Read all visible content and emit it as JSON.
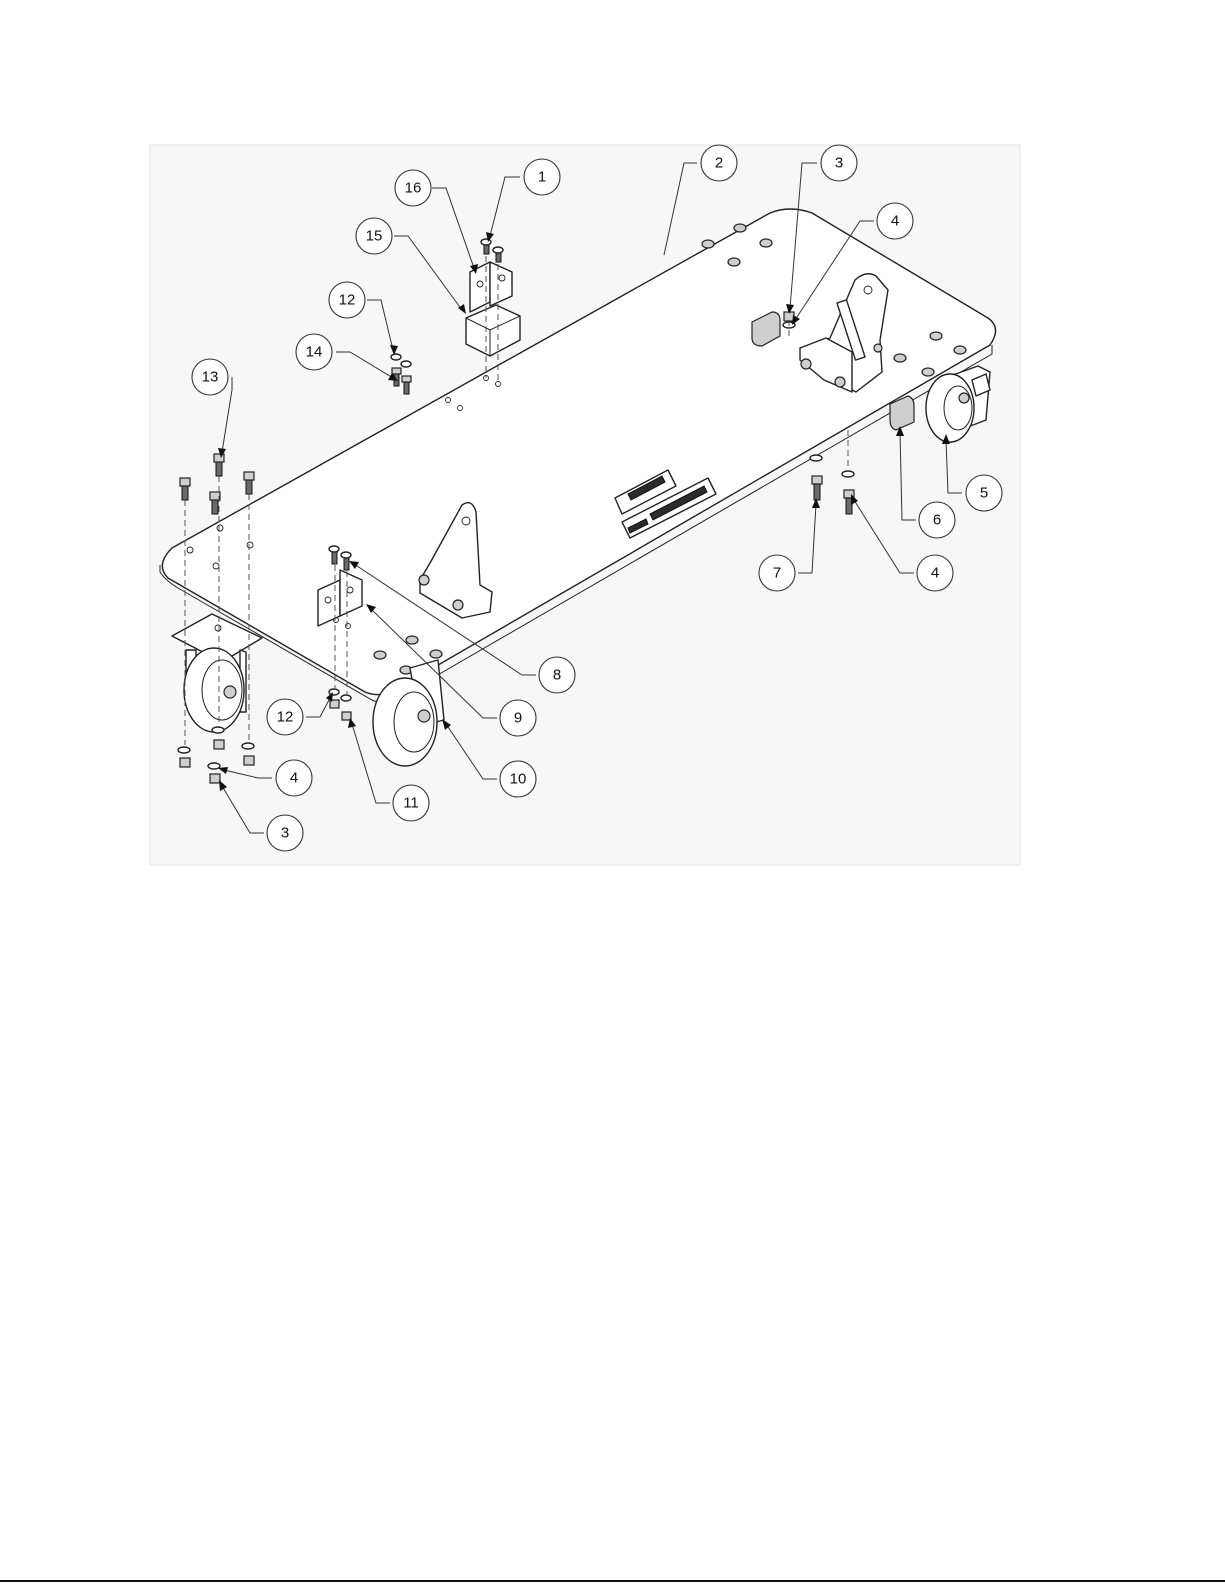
{
  "callouts": [
    {
      "number": "1"
    },
    {
      "number": "2"
    },
    {
      "number": "3"
    },
    {
      "number": "4"
    },
    {
      "number": "16"
    },
    {
      "number": "15"
    },
    {
      "number": "12"
    },
    {
      "number": "14"
    },
    {
      "number": "13"
    },
    {
      "number": "5"
    },
    {
      "number": "6"
    },
    {
      "number": "7"
    },
    {
      "number": "4"
    },
    {
      "number": "8"
    },
    {
      "number": "9"
    },
    {
      "number": "12"
    },
    {
      "number": "10"
    },
    {
      "number": "4"
    },
    {
      "number": "11"
    },
    {
      "number": "3"
    }
  ]
}
